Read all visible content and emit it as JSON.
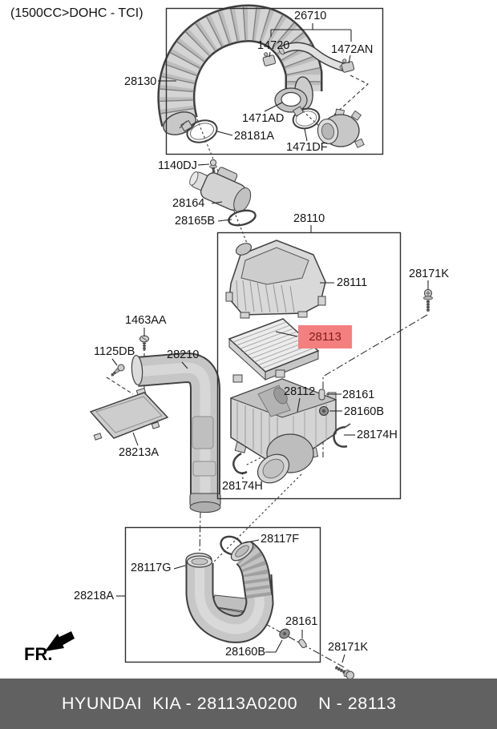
{
  "header": {
    "variant_note": "(1500CC>DOHC - TCI)"
  },
  "diagram": {
    "callouts": {
      "c28130": "28130",
      "c26710": "26710",
      "c14720": "14720",
      "c1472AN": "1472AN",
      "c1471AD": "1471AD",
      "c28181A": "28181A",
      "c1471DF": "1471DF",
      "c1140DJ": "1140DJ",
      "c28164": "28164",
      "c28165B": "28165B",
      "c28110": "28110",
      "c28111": "28111",
      "c28113": "28113",
      "c28171K_top": "28171K",
      "c1463AA": "1463AA",
      "c1125DB": "1125DB",
      "c28210": "28210",
      "c28213A": "28213A",
      "c28112": "28112",
      "c28161_mid": "28161",
      "c28160B_mid": "28160B",
      "c28174H_right": "28174H",
      "c28174H_left": "28174H",
      "c28117F": "28117F",
      "c28117G": "28117G",
      "c28218A": "28218A",
      "c28161_bottom": "28161",
      "c28160B_bottom": "28160B",
      "c28171K_bottom": "28171K"
    },
    "highlight": {
      "part": "28113",
      "bg_color": "#f47f7f",
      "text_color": "#801c1c"
    }
  },
  "orientation": {
    "fr_label": "FR."
  },
  "footer": {
    "bg_color": "#616161",
    "brand": "HYUNDAI  KIA - 28113A0200",
    "part_ref": "N - 28113"
  }
}
